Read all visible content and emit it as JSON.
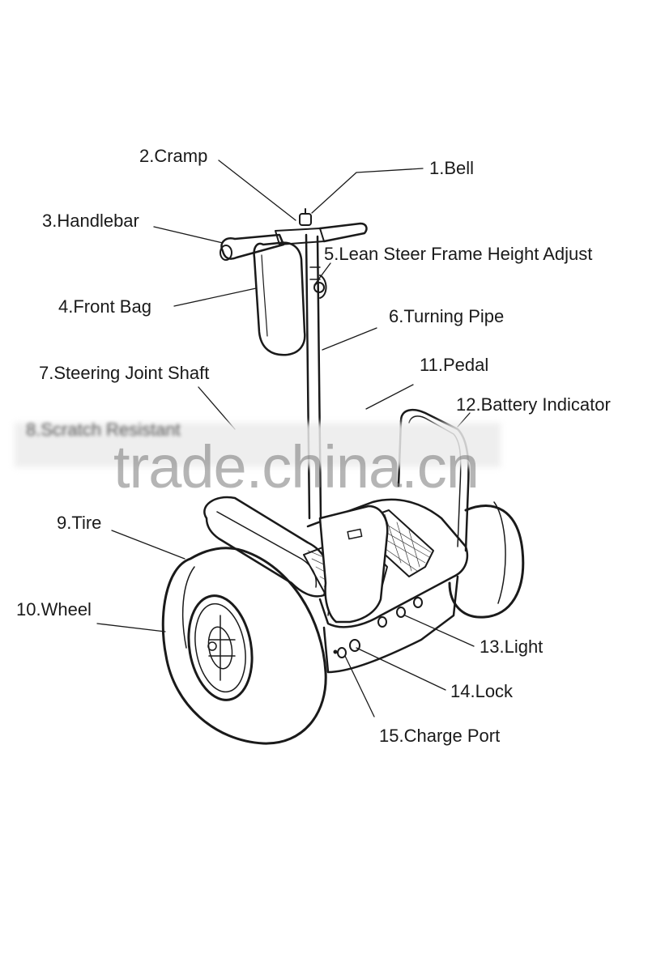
{
  "labels": {
    "bell": "1.Bell",
    "cramp": "2.Cramp",
    "handlebar": "3.Handlebar",
    "front_bag": "4.Front Bag",
    "lean_steer": "5.Lean Steer Frame Height Adjust",
    "turning_pipe": "6.Turning Pipe",
    "steering_joint": "7.Steering Joint Shaft",
    "scratch_resistant": "8.Scratch Resistant",
    "tire": "9.Tire",
    "wheel": "10.Wheel",
    "pedal": "11.Pedal",
    "battery_indicator": "12.Battery Indicator",
    "light": "13.Light",
    "lock": "14.Lock",
    "charge_port": "15.Charge Port"
  },
  "watermark": "trade.china.cn",
  "colors": {
    "line": "#1a1a1a",
    "watermark": "#888888",
    "background": "#ffffff"
  }
}
